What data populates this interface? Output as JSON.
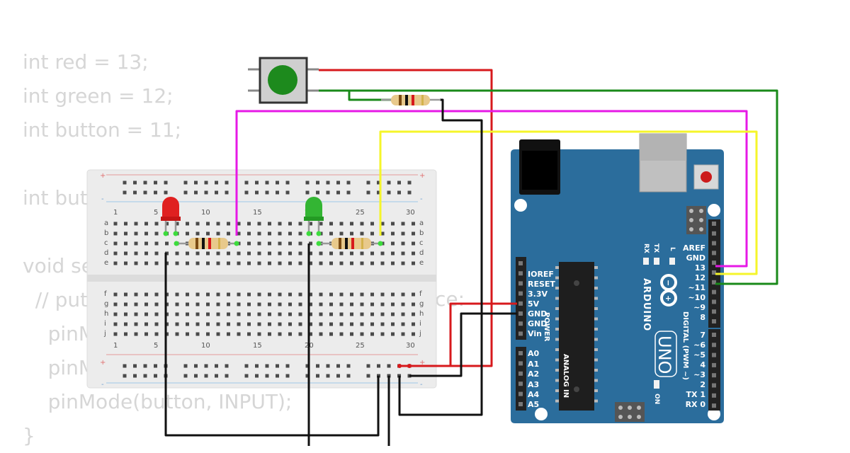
{
  "code_lines": [
    "int red = 13;",
    "int green = 12;",
    "int button = 11;",
    "",
    "int but",
    "",
    "void se",
    "  // put",
    "    pinM",
    "    pinM",
    "    pinMode(button, INPUT);",
    "}"
  ],
  "code_fragment_right": "ce:",
  "breadboard": {
    "plus": "+",
    "minus": "-",
    "col_numbers": [
      "1",
      "5",
      "10",
      "15",
      "20",
      "25",
      "30"
    ],
    "rows_top": [
      "a",
      "b",
      "c",
      "d",
      "e"
    ],
    "rows_bottom": [
      "f",
      "g",
      "h",
      "i",
      "j"
    ]
  },
  "arduino": {
    "brand": "ARDUINO",
    "model": "UNO",
    "power_pins": [
      "IOREF",
      "RESET",
      "3.3V",
      "5V",
      "GND",
      "GND",
      "Vin"
    ],
    "power_label": "POWER",
    "analog_pins": [
      "A0",
      "A1",
      "A2",
      "A3",
      "A4",
      "A5"
    ],
    "analog_label": "ANALOG IN",
    "digital_pins_top": [
      "AREF",
      "GND",
      "13",
      "12",
      "~11",
      "~10",
      "~9",
      "8"
    ],
    "digital_pins_bottom": [
      "7",
      "~6",
      "~5",
      "4",
      "~3",
      "2",
      "TX 1",
      "RX 0"
    ],
    "digital_label": "DIGITAL (PWM ~)",
    "led_labels": [
      "RX",
      "TX",
      "L"
    ],
    "on_label": "ON"
  },
  "colors": {
    "code_text": "#d6d6d6",
    "board_blue": "#2b6d9c",
    "breadboard": "#ececec",
    "wire_red": "#d7191c",
    "wire_green": "#1a8a1a",
    "wire_magenta": "#e619e6",
    "wire_yellow": "#f5f52a",
    "wire_black": "#111111",
    "led_red": "#e02020",
    "led_green": "#33b533",
    "button_cap": "#1d8a1d"
  }
}
